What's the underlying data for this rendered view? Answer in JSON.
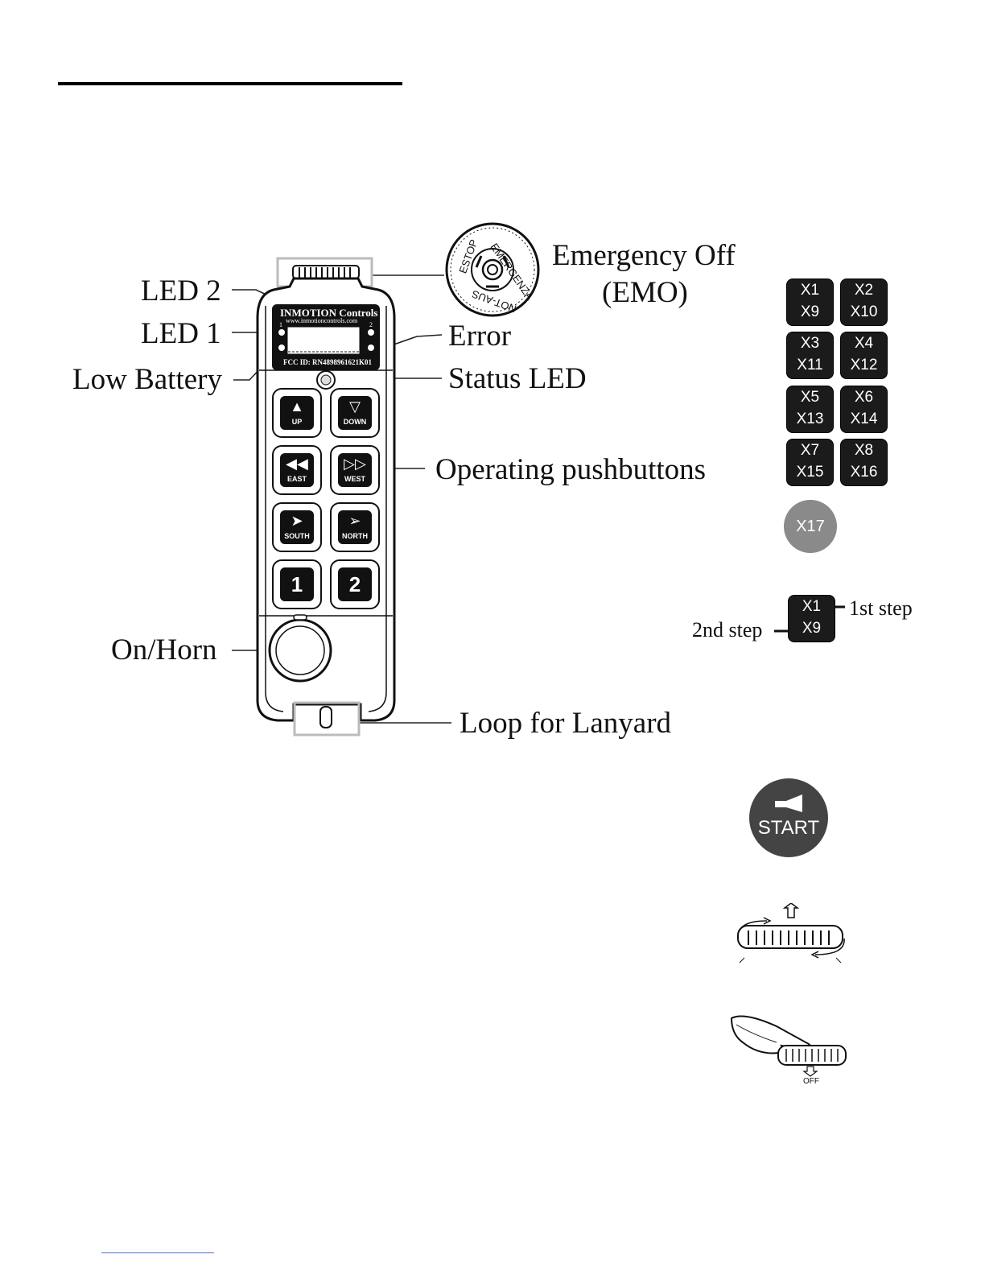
{
  "callouts": {
    "led2": "LED 2",
    "led1": "LED 1",
    "low_battery": "Low Battery",
    "emergency_off_line1": "Emergency Off",
    "emergency_off_line2": "(EMO)",
    "error": "Error",
    "status_led": "Status LED",
    "operating_pushbuttons": "Operating pushbuttons",
    "on_horn": "On/Horn",
    "loop_for_lanyard": "Loop for Lanyard"
  },
  "device": {
    "brand": "INMOTION Controls",
    "website": "www.inmotioncontrols.com",
    "fcc_id": "FCC ID: RN4898961621K01",
    "led_left_number": "1",
    "led_right_number": "2",
    "buttons": [
      {
        "label": "UP",
        "icon": "tree-up-arrow-icon"
      },
      {
        "label": "DOWN",
        "icon": "tree-down-arrow-icon"
      },
      {
        "label": "EAST",
        "icon": "double-left-arrow-icon"
      },
      {
        "label": "WEST",
        "icon": "double-right-arrow-icon"
      },
      {
        "label": "SOUTH",
        "icon": "tilted-arrow-icon"
      },
      {
        "label": "NORTH",
        "icon": "tilted-outline-arrow-icon"
      },
      {
        "label": "1",
        "icon": ""
      },
      {
        "label": "2",
        "icon": ""
      }
    ]
  },
  "estop_knob": {
    "text_top": "ESTOP",
    "text_right": "EMERGENZA",
    "text_bottom": "NOT-AUS"
  },
  "output_grid": [
    [
      "X1",
      "X9"
    ],
    [
      "X2",
      "X10"
    ],
    [
      "X3",
      "X11"
    ],
    [
      "X4",
      "X12"
    ],
    [
      "X5",
      "X13"
    ],
    [
      "X6",
      "X14"
    ],
    [
      "X7",
      "X15"
    ],
    [
      "X8",
      "X16"
    ]
  ],
  "on_button_output": "X17",
  "step_legend": {
    "top": "X1",
    "bottom": "X9",
    "first_step": "1st step",
    "second_step": "2nd step"
  },
  "start_button": {
    "label": "START",
    "icon": "horn-icon"
  },
  "off_illustration": {
    "label": "OFF"
  }
}
